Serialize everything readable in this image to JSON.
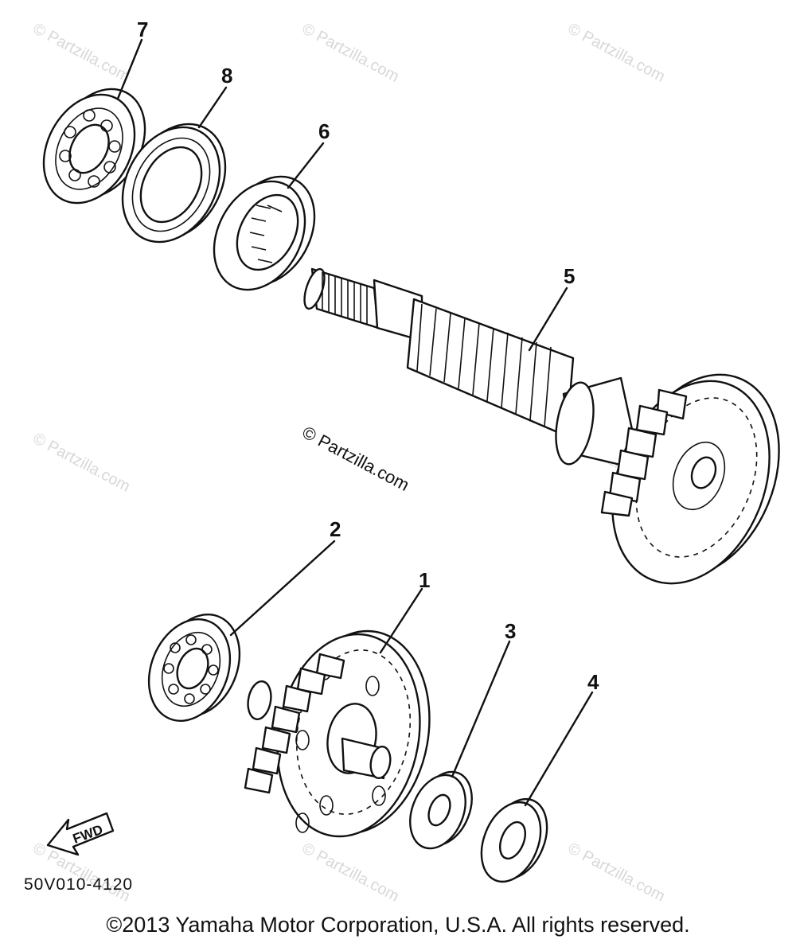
{
  "diagram": {
    "callouts": [
      "1",
      "2",
      "3",
      "4",
      "5",
      "6",
      "7",
      "8"
    ],
    "part_code": "50V010-4120",
    "fwd_label": "FWD",
    "watermark_center": "© Partzilla.com",
    "watermark": "© Partzilla.com",
    "copyright": "©2013 Yamaha Motor Corporation, U.S.A. All rights reserved."
  }
}
